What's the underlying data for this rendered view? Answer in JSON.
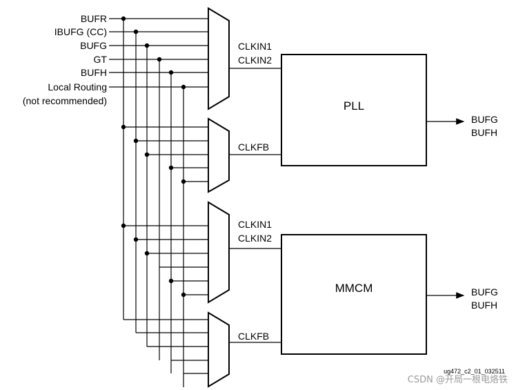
{
  "inputs": {
    "bufr": "BUFR",
    "ibufg_cc": "IBUFG (CC)",
    "bufg": "BUFG",
    "gt": "GT",
    "bufh": "BUFH",
    "local_routing": "Local Routing",
    "not_recommended": "(not recommended)"
  },
  "pll": {
    "name": "PLL",
    "clkin1": "CLKIN1",
    "clkin2": "CLKIN2",
    "clkfb": "CLKFB",
    "out_bufg": "BUFG",
    "out_bufh": "BUFH"
  },
  "mmcm": {
    "name": "MMCM",
    "clkin1": "CLKIN1",
    "clkin2": "CLKIN2",
    "clkfb": "CLKFB",
    "out_bufg": "BUFG",
    "out_bufh": "BUFH"
  },
  "figure_id": "ug472_c2_01_032511",
  "watermark": "CSDN @开局一根电烙铁"
}
